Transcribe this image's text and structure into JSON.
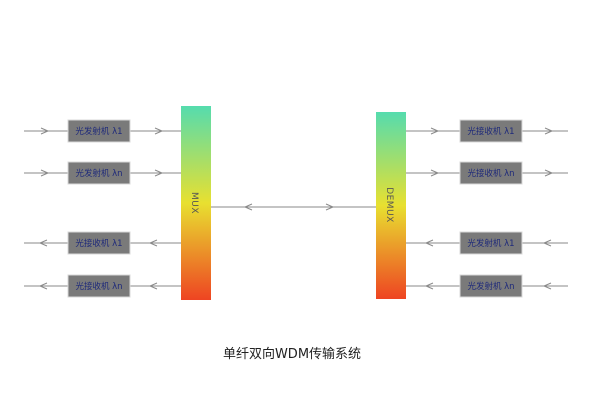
{
  "diagram": {
    "caption": "单纤双向WDM传输系统",
    "mux_label": "MUX",
    "demux_label": "DEMUX",
    "left_boxes": [
      {
        "label": "光发射机 λ1",
        "direction": "in"
      },
      {
        "label": "光发射机 λn",
        "direction": "in"
      },
      {
        "label": "光接收机 λ1",
        "direction": "out"
      },
      {
        "label": "光接收机 λn",
        "direction": "out"
      }
    ],
    "right_boxes": [
      {
        "label": "光接收机 λ1",
        "direction": "out"
      },
      {
        "label": "光接收机 λn",
        "direction": "out"
      },
      {
        "label": "光发射机 λ1",
        "direction": "in"
      },
      {
        "label": "光发射机 λn",
        "direction": "in"
      }
    ],
    "colors": {
      "gradient_top": "#55dcae",
      "gradient_mid": "#e8e030",
      "gradient_bottom": "#ee4422",
      "box_fill": "#7a7a7a",
      "box_text": "#1f2a7a",
      "line": "#8a8a8a"
    }
  }
}
